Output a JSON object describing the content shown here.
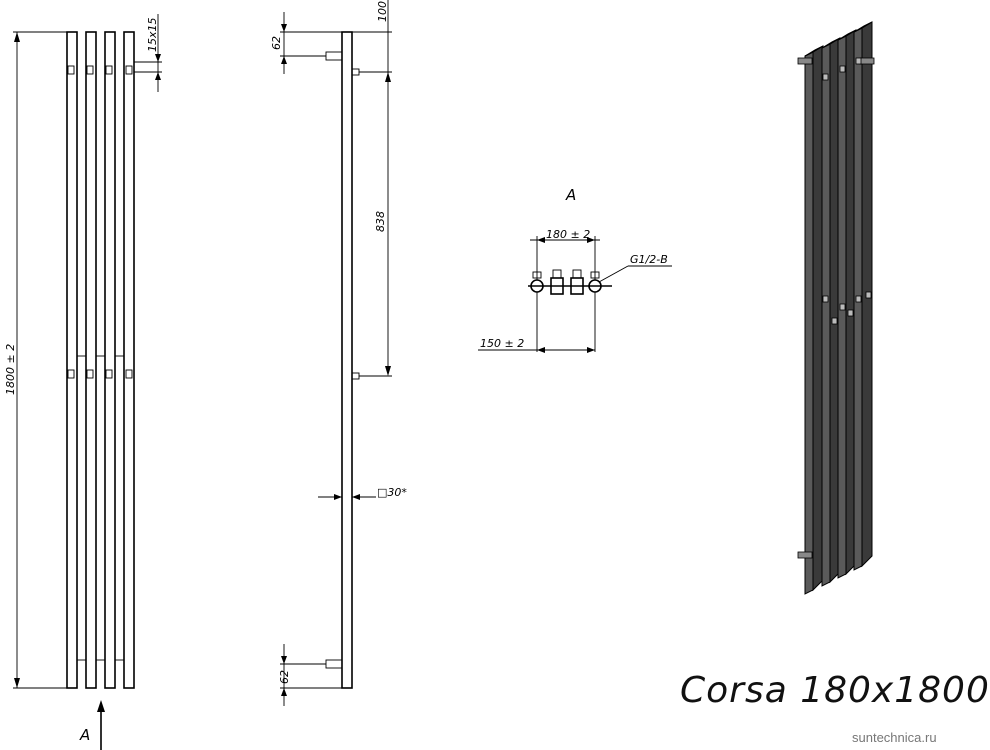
{
  "title": "Corsa 180x1800",
  "watermark": "suntechnica.ru",
  "dimensions": {
    "overall_height": "1800 ± 2",
    "profile": "15x15",
    "top_offset": "100",
    "top_bracket": "62",
    "bracket_spacing": "838",
    "bottom_bracket": "62",
    "section": "□30*",
    "connection_spacing": "180 ± 2",
    "thread": "G1/2-B",
    "wall_offset": "150 ± 2"
  },
  "view_label": "A",
  "detail_label": "A"
}
